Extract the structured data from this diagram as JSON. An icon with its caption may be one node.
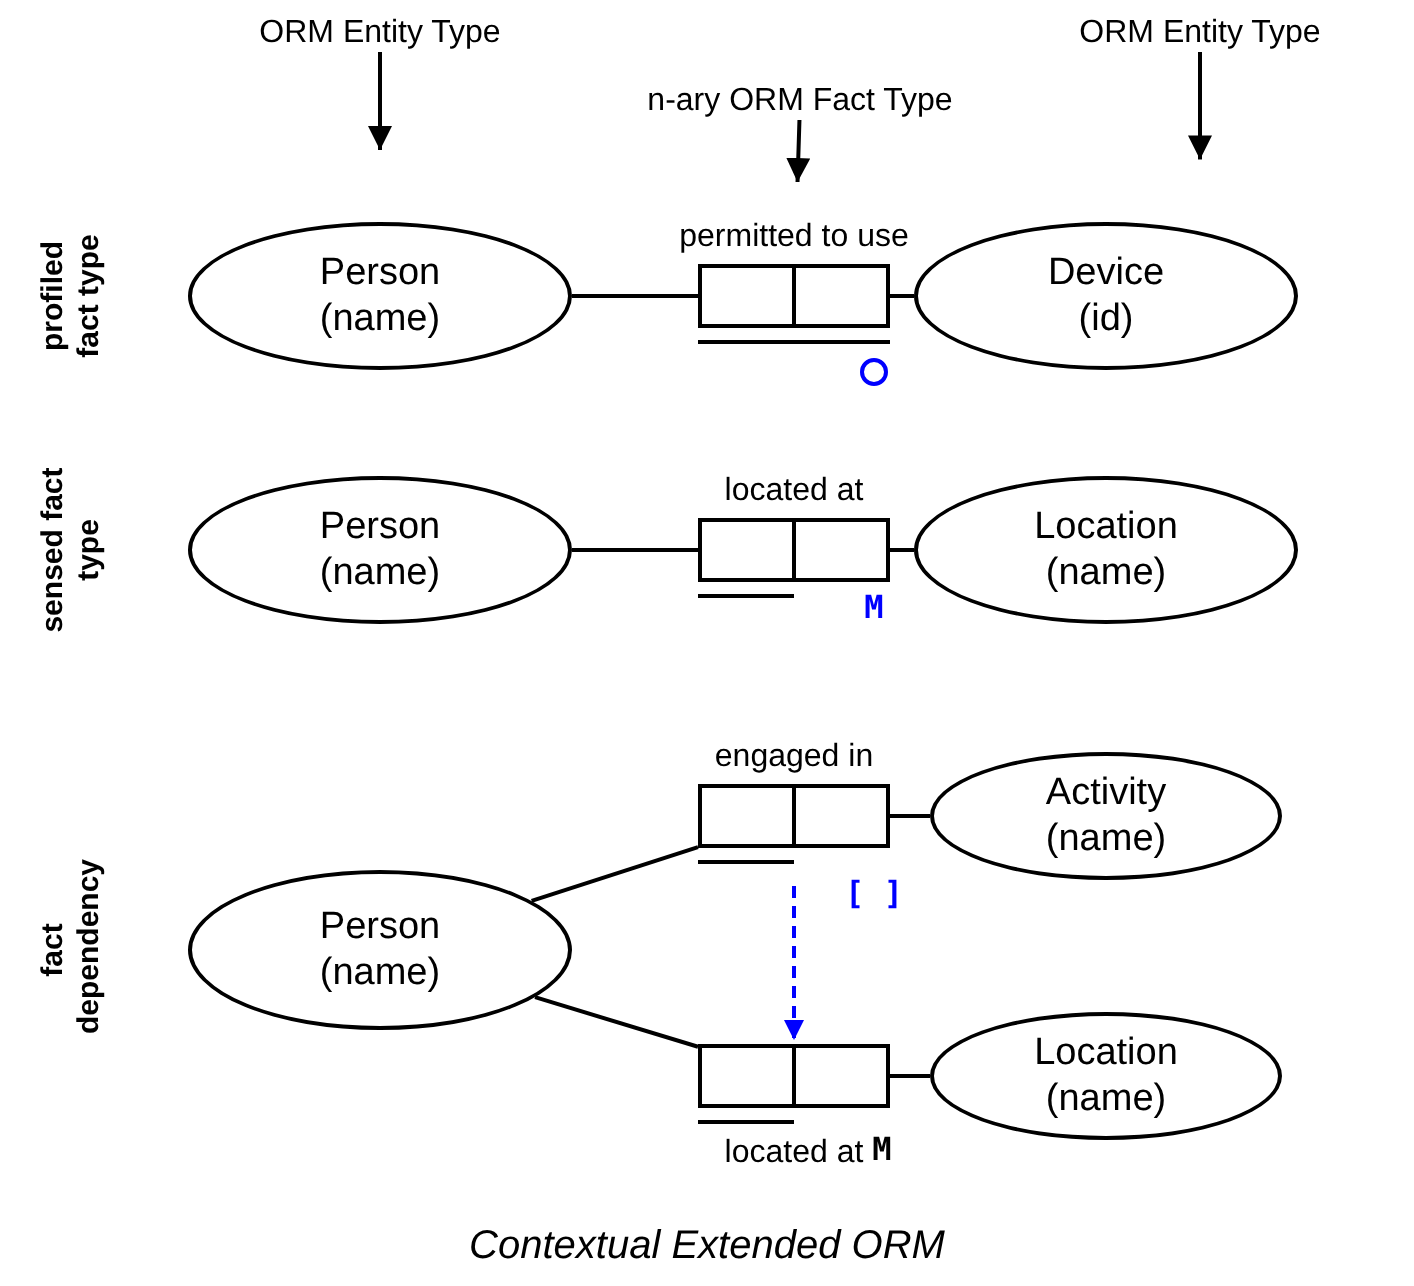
{
  "diagram": {
    "caption": "Contextual Extended ORM",
    "nodes": [
      {
        "text": [
          "ORM Entity Type"
        ]
      },
      {
        "text": [
          "n-ary ORM Fact Type"
        ]
      },
      {
        "text": [
          "ORM Entity Type"
        ]
      },
      {
        "text": [
          "Person (name)"
        ]
      },
      {
        "text": [
          "permitted to use"
        ]
      },
      {
        "text": [
          "Device (id)"
        ]
      },
      {
        "text": [
          "Person (name)"
        ]
      },
      {
        "text": [
          "located at"
        ],
        "beside": [
          "M"
        ]
      },
      {
        "text": [
          "Location (name)"
        ]
      },
      {
        "text": [
          "Person (name)"
        ]
      },
      {
        "text": [
          "engaged in"
        ],
        "beside": [
          "[ ]"
        ]
      },
      {
        "text": [
          "Activity (name)"
        ]
      },
      {
        "text": [
          "located at"
        ],
        "beside": [
          "M"
        ]
      },
      {
        "text": [
          "Location (name)"
        ]
      }
    ],
    "edges": [
      {
        "from": 0,
        "to": 3,
        "arrow": "to"
      },
      {
        "from": 1,
        "to": 4,
        "arrow": "to"
      },
      {
        "from": 2,
        "to": 5,
        "arrow": "to"
      },
      {
        "from": 3,
        "to": 4,
        "arrow": "none"
      },
      {
        "from": 4,
        "to": 5,
        "arrow": "none"
      },
      {
        "from": 6,
        "to": 7,
        "arrow": "none"
      },
      {
        "from": 7,
        "to": 8,
        "arrow": "none"
      },
      {
        "from": 9,
        "to": 10,
        "arrow": "none"
      },
      {
        "from": 10,
        "to": 11,
        "arrow": "none"
      },
      {
        "from": 9,
        "to": 12,
        "arrow": "none"
      },
      {
        "from": 12,
        "to": 13,
        "arrow": "none"
      },
      {
        "from": 10,
        "to": 12,
        "arrow": "to",
        "style": "dashed",
        "color": "#0000ff"
      }
    ],
    "labels": [
      "profiled fact type",
      "sensed fact type",
      "fact dependency"
    ]
  }
}
